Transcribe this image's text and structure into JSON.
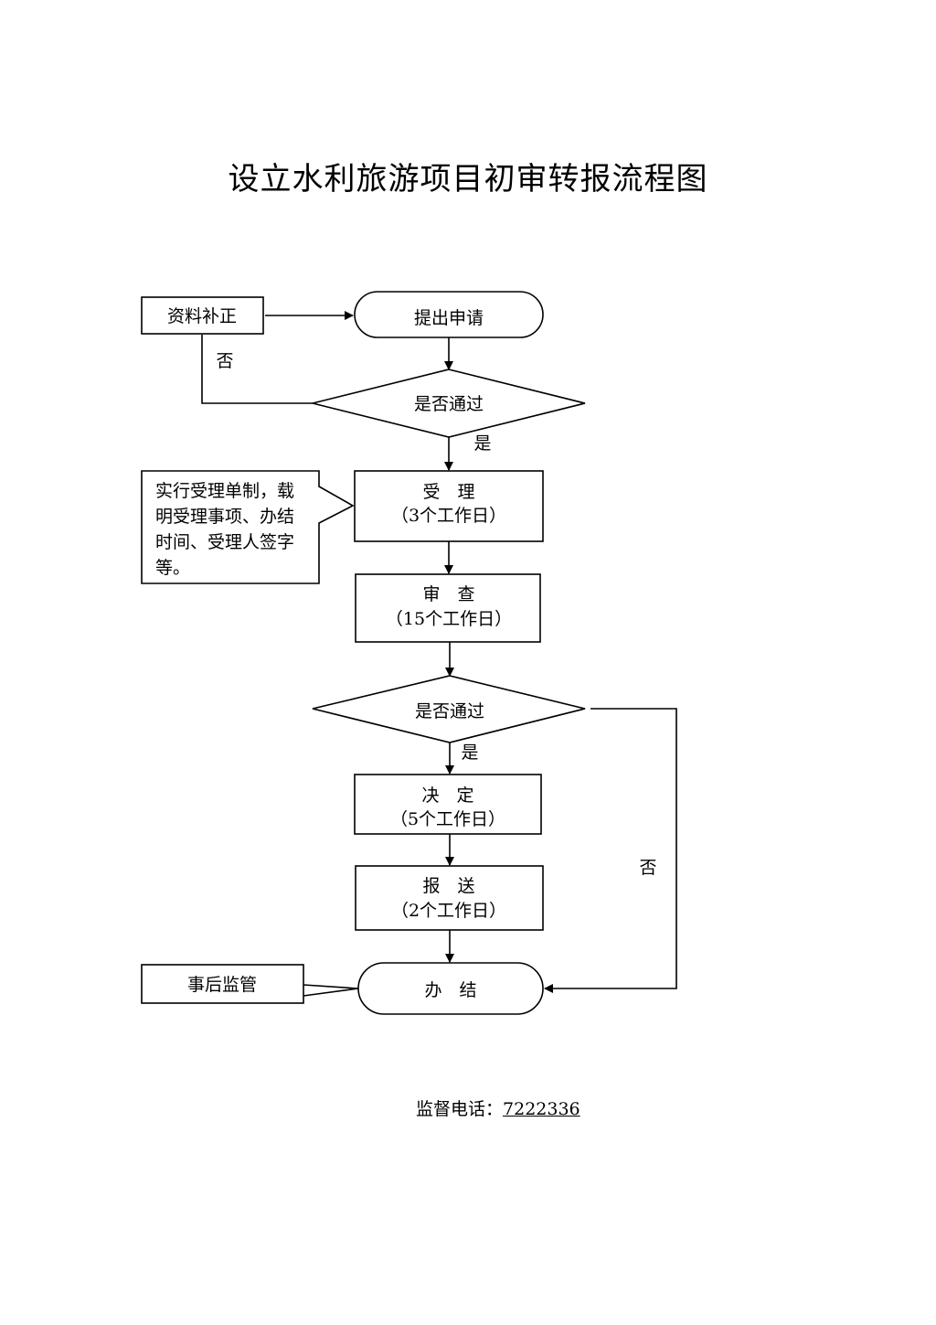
{
  "title": "设立水利旅游项目初审转报流程图",
  "nodes": {
    "supplement": "资料补正",
    "apply": "提出申请",
    "check1": "是否通过",
    "accept_title": "受　理",
    "accept_days": "（3个工作日）",
    "note": [
      "实行受理单制，载",
      "明受理事项、办结",
      "时间、受理人签字",
      "等。"
    ],
    "review_title": "审　查",
    "review_days": "（15个工作日）",
    "check2": "是否通过",
    "decide_title": "决　定",
    "decide_days": "（5个工作日）",
    "submit_title": "报　送",
    "submit_days": "（2个工作日）",
    "finish": "办　结",
    "supervision": "事后监管"
  },
  "edge_labels": {
    "no_1": "否",
    "yes_1": "是",
    "yes_2": "是",
    "no_2": "否"
  },
  "footer": {
    "label": "监督电话：",
    "phone": "7222336"
  }
}
